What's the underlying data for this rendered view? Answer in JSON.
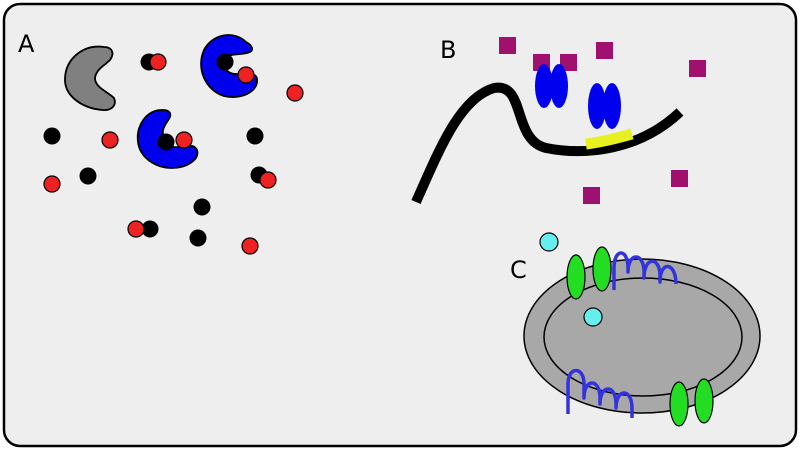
{
  "labels": {
    "panel_a": "A",
    "panel_b": "B",
    "panel_c": "C"
  },
  "colors": {
    "background": "#eeeeee",
    "frame": "#000000",
    "enzyme_inactive": "#808080",
    "enzyme_active": "#0000ee",
    "substrate_black": "#000000",
    "substrate_red": "#ee2222",
    "membrane_gray": "#a8a8a8",
    "dna": "#000000",
    "binding_site": "#e8f020",
    "protein_blue": "#0000ee",
    "ligand_square": "#a0106e",
    "channel_green": "#22dd22",
    "ion_cyan": "#66eeee",
    "helix_blue": "#3333dd"
  }
}
